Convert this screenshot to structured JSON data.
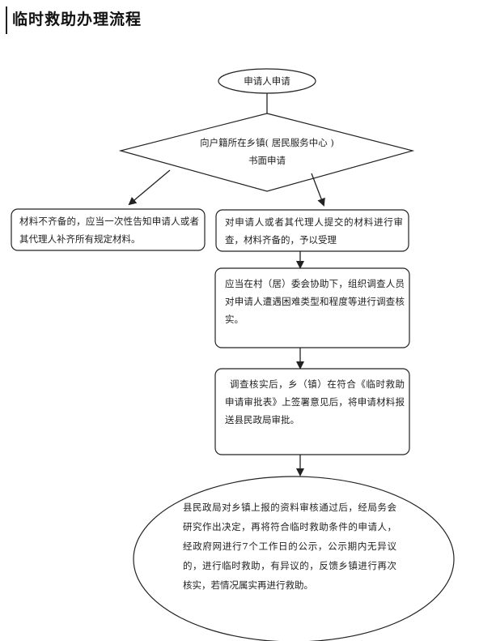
{
  "title": "临时救助办理流程",
  "nodes": {
    "start": "申请人申请",
    "decision_line1": "向户籍所在乡镇( 居民服务中心 )",
    "decision_line2": "书面申请",
    "reject": "材料不齐备的，应当一次性告知申请人或者其代理人补齐所有规定材料。",
    "accept": "对申请人或者其代理人提交的材料进行审查，材料齐备的，予以受理",
    "investigate": "应当在村（居）委会协助下，组织调查人员对申请人遭遇困难类型和程度等进行调查核实。",
    "review": "调查核实后，乡（镇）在符合《临时救助申请审批表》上签署意见后，将申请材料报送县民政局审批。",
    "final": "县民政局对乡镇上报的资料审核通过后，经局务会研究作出决定，再将符合临时救助条件的申请人，经政府网进行7个工作日的公示，公示期内无异议的，进行临时救助，有异议的，反馈乡镇进行再次核实，若情况属实再进行救助。"
  }
}
